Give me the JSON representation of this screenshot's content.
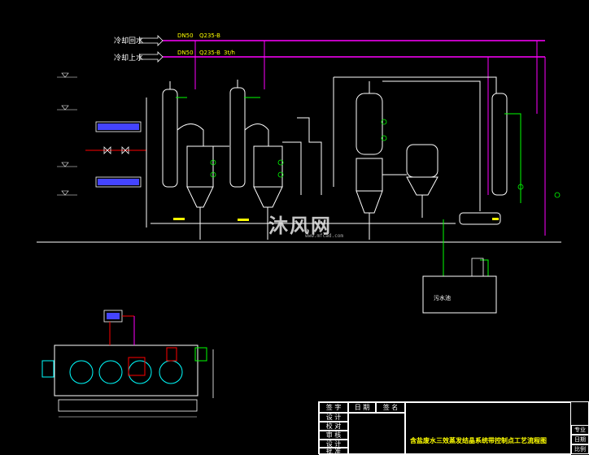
{
  "pipes": {
    "return_water_label": "冷却回水",
    "supply_water_label": "冷却上水",
    "return_spec_a": "DN50",
    "return_spec_b": "Q235-B",
    "supply_spec_a": "DN50",
    "supply_spec_b": "Q235-B",
    "supply_flow": "3t/h"
  },
  "tank_label": "污水池",
  "watermark": {
    "text": "沐风网",
    "url": "www.mfcad.com"
  },
  "title_block": {
    "headers": [
      "签 字",
      "日 期",
      "签 名"
    ],
    "rows": [
      "设 计",
      "校 对",
      "审 核",
      "设 计",
      "批 准"
    ],
    "drawing_title": "含盐废水三效蒸发结晶系统带控制点工艺流程图",
    "side_labels": [
      "专业",
      "日期",
      "比例"
    ]
  },
  "colors": {
    "background": "#000000",
    "equipment": "#ffffff",
    "steam_line": "#ff00ff",
    "process_line": "#00ff00",
    "instrument": "#00ffff",
    "signal": "#ff0000",
    "label": "#ffff00",
    "tank": "#4444ff"
  }
}
